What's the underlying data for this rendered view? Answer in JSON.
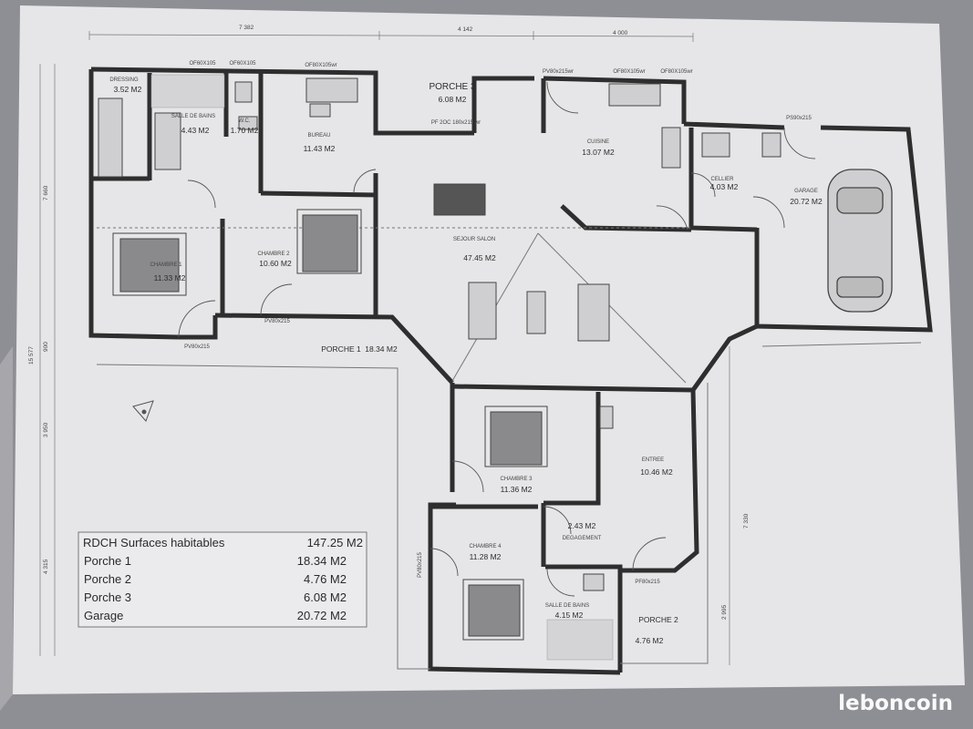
{
  "colors": {
    "background": "#8e8f94",
    "paper": "#e6e6e8",
    "wall": "#2e2e2e",
    "watermark": "#ffffff"
  },
  "dimensions": {
    "top_segments": [
      "7 382",
      "4 142",
      "4 000"
    ],
    "left_segments": [
      "7 660",
      "15 577",
      "900",
      "3 950",
      "4 315"
    ],
    "right_segments": [
      "7 330",
      "2 995"
    ]
  },
  "rooms": [
    {
      "name": "DRESSING",
      "area": "3.52 M2"
    },
    {
      "name": "SALLE DE BAINS",
      "area": "4.43 M2"
    },
    {
      "name": "W.C.",
      "area": "1.70 M2"
    },
    {
      "name": "BUREAU",
      "area": "11.43 M2"
    },
    {
      "name": "PORCHE 3",
      "area": "6.08 M2"
    },
    {
      "name": "CUISINE",
      "area": "13.07 M2"
    },
    {
      "name": "CELLIER",
      "area": "4.03 M2"
    },
    {
      "name": "GARAGE",
      "area": "20.72 M2"
    },
    {
      "name": "CHAMBRE 1",
      "area": "11.33 M2"
    },
    {
      "name": "CHAMBRE 2",
      "area": "10.60 M2"
    },
    {
      "name": "SEJOUR SALON",
      "area": "47.45 M2"
    },
    {
      "name": "PORCHE 1",
      "area": "18.34 M2"
    },
    {
      "name": "CHAMBRE 3",
      "area": "11.36 M2"
    },
    {
      "name": "ENTREE",
      "area": "10.46 M2"
    },
    {
      "name": "DEGAGEMENT",
      "area": "2.43 M2"
    },
    {
      "name": "CHAMBRE 4",
      "area": "11.28 M2"
    },
    {
      "name": "SALLE DE BAINS",
      "area": "4.15 M2"
    },
    {
      "name": "PORCHE 2",
      "area": "4.76 M2"
    }
  ],
  "openings": [
    "OF60X105",
    "OF60X105",
    "OF80X105wr",
    "PV80x215wr",
    "OF80X105wr",
    "OF80X105wr",
    "PS90x215",
    "PF 2OC 180x215 wr",
    "PV80x215",
    "PV80x215",
    "PV80x215",
    "PF80x215"
  ],
  "summary": {
    "header_label": "RDCH Surfaces habitables",
    "header_value": "147.25 M2",
    "rows": [
      {
        "label": "Porche 1",
        "value": "18.34 M2"
      },
      {
        "label": "Porche 2",
        "value": "4.76 M2"
      },
      {
        "label": "Porche 3",
        "value": "6.08 M2"
      },
      {
        "label": "Garage",
        "value": "20.72 M2"
      }
    ]
  },
  "watermark": "leboncoin"
}
